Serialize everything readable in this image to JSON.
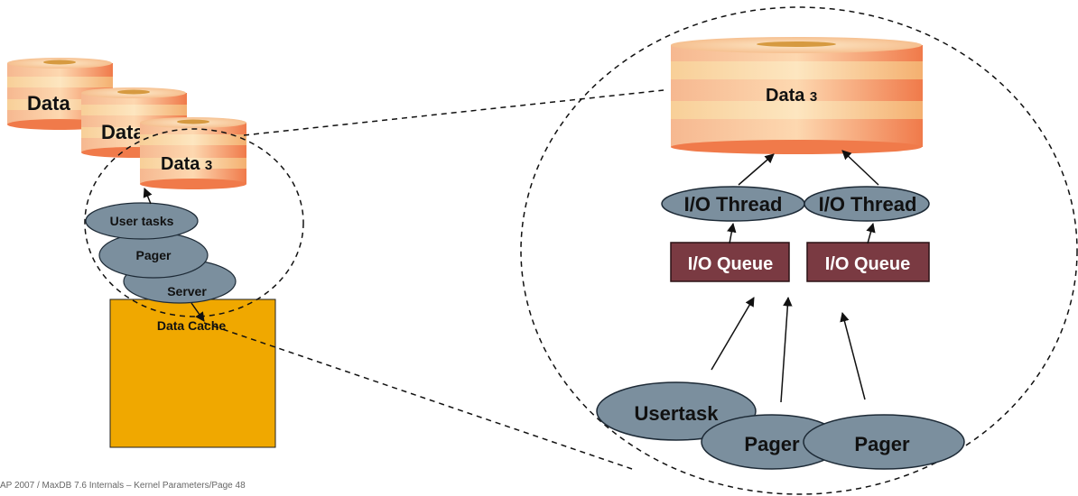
{
  "left": {
    "volumes": [
      {
        "label": "Data",
        "suffix": ""
      },
      {
        "label": "Data",
        "suffix": ""
      },
      {
        "label": "Data",
        "suffix": "3"
      }
    ],
    "tasks": [
      "User tasks",
      "Pager",
      "Server"
    ],
    "cache_label": "Data Cache"
  },
  "right": {
    "volume": {
      "label": "Data",
      "suffix": "3"
    },
    "io_threads": [
      "I/O Thread",
      "I/O Thread"
    ],
    "io_queues": [
      "I/O Queue",
      "I/O Queue"
    ],
    "tasks": [
      "Usertask",
      "Pager",
      "Pager"
    ]
  },
  "colors": {
    "cache": "#f0a800",
    "task_fill": "#7b8f9e",
    "queue_fill": "#7a3a42",
    "disk_light": "#fbd8b8",
    "disk_dark": "#f07a4a"
  },
  "footer": "AP 2007 / MaxDB 7.6 Internals – Kernel Parameters/Page 48"
}
